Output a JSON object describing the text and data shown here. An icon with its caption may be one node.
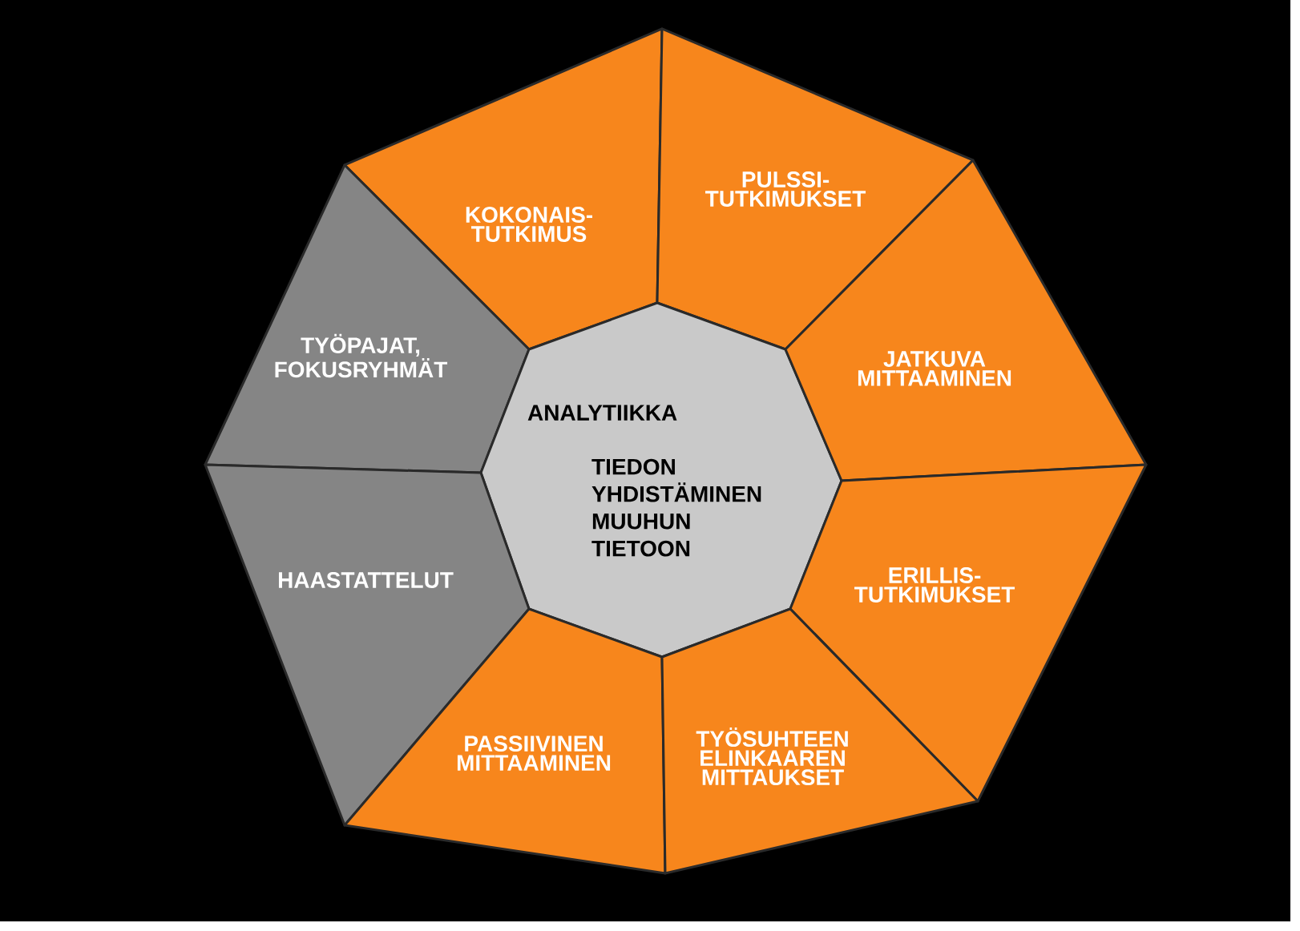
{
  "diagram": {
    "nodes": [
      {
        "text": [
          "KOKONAIS-TUTKIMUS"
        ]
      },
      {
        "text": [
          "PULSSI-TUTKIMUKSET"
        ]
      },
      {
        "text": [
          "TYÖPAJAT, FOKUSRYHMÄT"
        ]
      },
      {
        "text": [
          "ANALYTIIKKA",
          "TIEDON YHDISTÄMINEN MUUHUN TIETOON"
        ]
      },
      {
        "text": [
          "JATKUVA MITTAAMINEN"
        ]
      },
      {
        "text": [
          "HAASTATTELUT"
        ]
      },
      {
        "text": [
          "ERILLIS-TUTKIMUKSET"
        ]
      },
      {
        "text": [
          "PASSIIVINEN MITTAAMINEN"
        ]
      },
      {
        "text": [
          "TYÖSUHTEEN ELINKAAREN MITTAUKSET"
        ]
      }
    ]
  }
}
